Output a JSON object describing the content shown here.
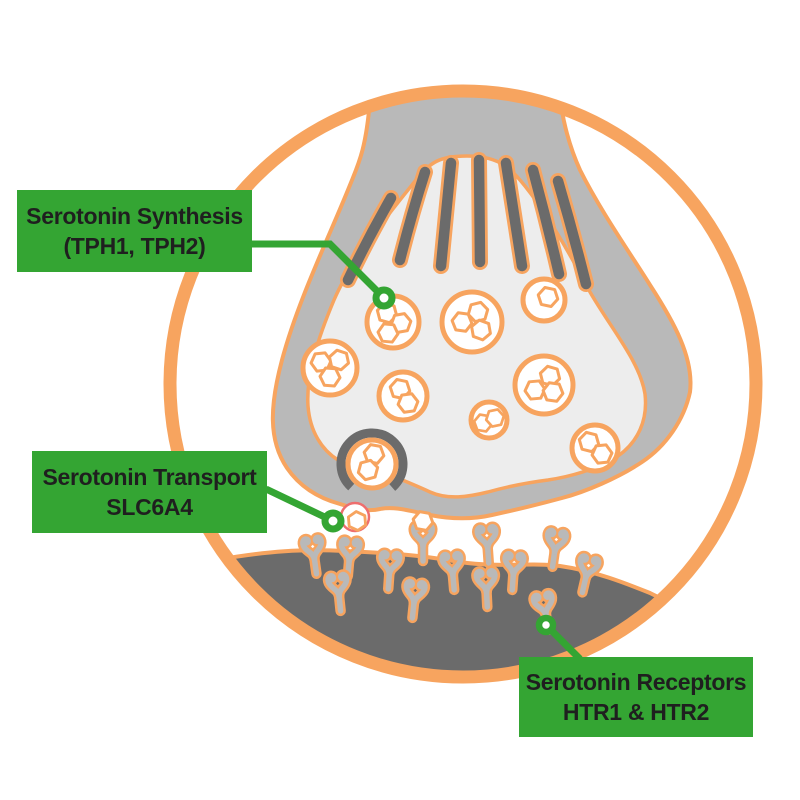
{
  "colors": {
    "orange": "#F7A45F",
    "green": "#34A533",
    "gray_mid": "#B9B9B9",
    "gray_light": "#EDEDED",
    "gray_dark": "#6B6B6B",
    "red": "#EE6E6E",
    "text": "#1F1F1F",
    "background": "#FFFFFF"
  },
  "labels": {
    "synthesis": {
      "line1": "Serotonin Synthesis",
      "line2": "(TPH1, TPH2)"
    },
    "transport": {
      "line1": "Serotonin Transport",
      "line2": "SLC6A4"
    },
    "receptors": {
      "line1": "Serotonin Receptors",
      "line2": "HTR1 & HTR2"
    }
  }
}
